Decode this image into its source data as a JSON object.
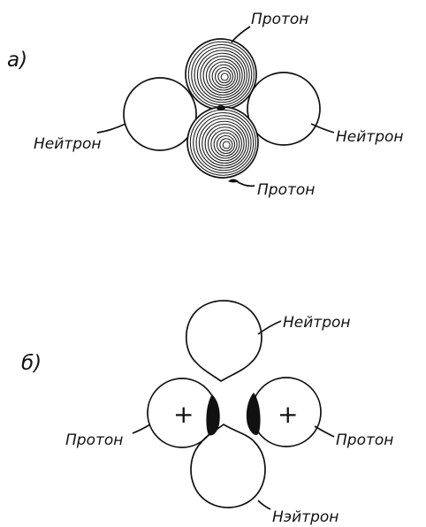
{
  "figure_a": {
    "part_label": "а)",
    "labels": {
      "proton_top": "Протон",
      "proton_bottom": "Протон",
      "neutron_left": "Нейтрон",
      "neutron_right": "Нейтрон"
    }
  },
  "figure_b": {
    "part_label": "б)",
    "labels": {
      "neutron_top": "Нейтрон",
      "neutron_bottom": "Нэйтрон",
      "proton_left": "Протон",
      "proton_right": "Протон"
    },
    "charge_sign_left": "+",
    "charge_sign_right": "+"
  },
  "colors": {
    "ink": "#111111",
    "background": "#ffffff"
  }
}
